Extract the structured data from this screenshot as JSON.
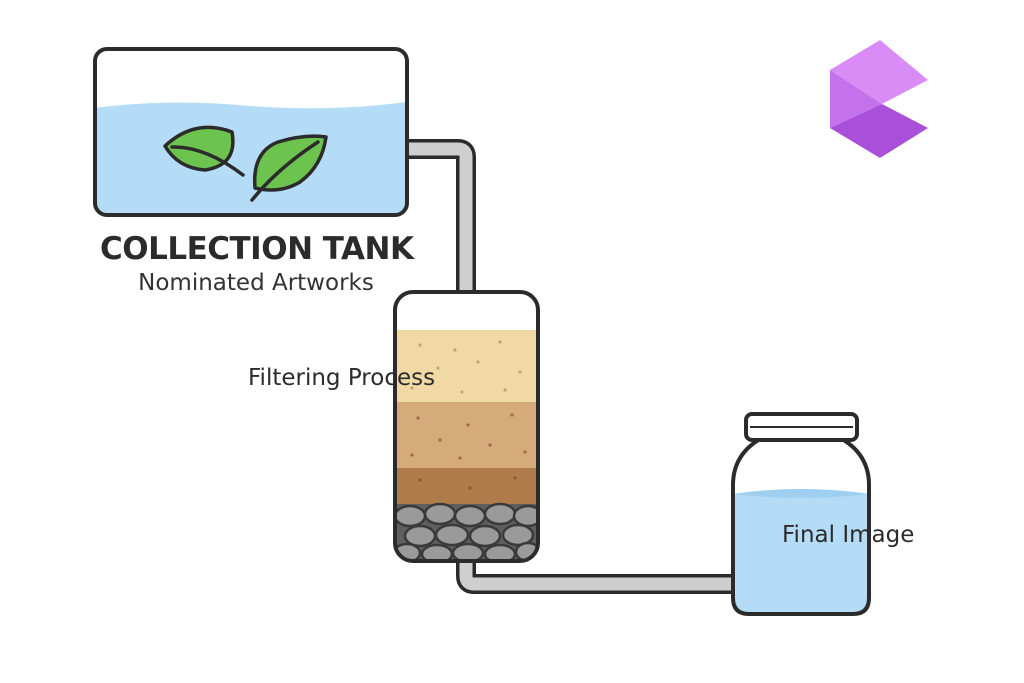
{
  "collection_tank": {
    "title": "COLLECTION TANK",
    "subtitle": "Nominated Artworks"
  },
  "filter": {
    "label": "Filtering Process",
    "layers": [
      "sand",
      "soil",
      "dark-soil",
      "gravel"
    ]
  },
  "final_jar": {
    "label": "Final Image"
  },
  "icons": {
    "tank_contents": "leaf-icon",
    "brand_logo": "purple-logo"
  },
  "colors": {
    "water": "#b4dcf6",
    "leaf": "#6cc44f",
    "sand": "#f0d9a4",
    "soil": "#d6ab7c",
    "dark_soil": "#b07c4c",
    "gravel": "#8e8e8e",
    "pipe": "#cfcfcf",
    "outline": "#2b2b2b",
    "logo": "#b55ee6"
  }
}
